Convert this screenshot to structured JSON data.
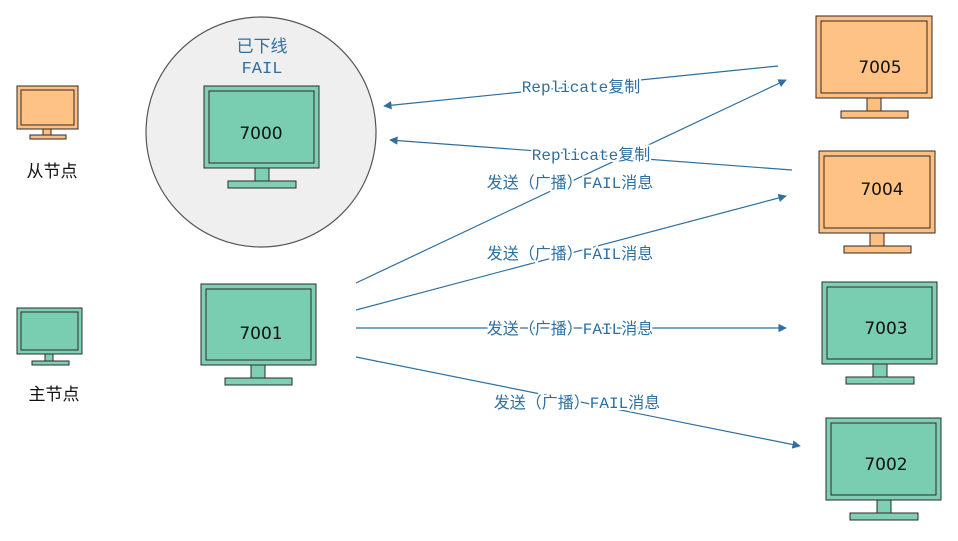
{
  "colors": {
    "green_fill": "#7ecfb4",
    "green_screen": "#79cdb0",
    "orange_fill": "#ffbf80",
    "orange_screen": "#ffc285",
    "outline": "#2b2b2b",
    "arrow": "#2e6fa0",
    "label_blue": "#2e6fa0",
    "circle_fill": "#efefef",
    "circle_stroke": "#555555"
  },
  "legend": {
    "slave_label": "从节点",
    "master_label": "主节点"
  },
  "offline": {
    "status_line1": "已下线",
    "status_line2": "FAIL"
  },
  "nodes": {
    "n7000": "7000",
    "n7001": "7001",
    "n7002": "7002",
    "n7003": "7003",
    "n7004": "7004",
    "n7005": "7005"
  },
  "labels": {
    "replicate_top": "Replicate复制",
    "replicate_mid": "Replicate复制",
    "broadcast_1": "发送（广播）FAIL消息",
    "broadcast_2": "发送（广播）FAIL消息",
    "broadcast_3": "发送（广播）FAIL消息",
    "broadcast_4": "发送（广播）FAIL消息"
  }
}
